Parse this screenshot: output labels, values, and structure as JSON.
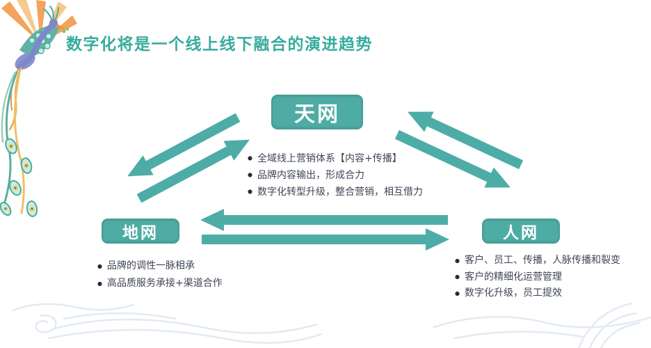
{
  "slide": {
    "title": "数字化将是一个线上线下融合的演进趋势",
    "colors": {
      "node_teal": "#4eaca4",
      "title_teal": "#38ac9c",
      "arrow_teal": "#4dada6",
      "body_text": "#3f4554",
      "ornament_faint_blue": "#e3eaf1"
    },
    "nodes": {
      "sky": {
        "label": "天网",
        "bullets": [
          "全域线上营销体系【内容+传播】",
          "品牌内容输出，形成合力",
          "数字化转型升级，整合营销，相互借力"
        ]
      },
      "ground": {
        "label": "地网",
        "bullets": [
          "品牌的调性一脉相承",
          "高品质服务承接+渠道合作"
        ]
      },
      "people": {
        "label": "人网",
        "bullets": [
          "客户、员工、传播，人脉传播和裂变",
          "客户的精细化运营管理",
          "数字化升级，员工提效"
        ]
      }
    },
    "connectors": [
      "sky-ground-two-way-arrow",
      "sky-people-two-way-arrow",
      "ground-people-two-way-arrow"
    ],
    "decorations": [
      "phoenix-bird-illustration",
      "cloud-wave-ornament-left",
      "cloud-wave-ornament-right"
    ]
  }
}
